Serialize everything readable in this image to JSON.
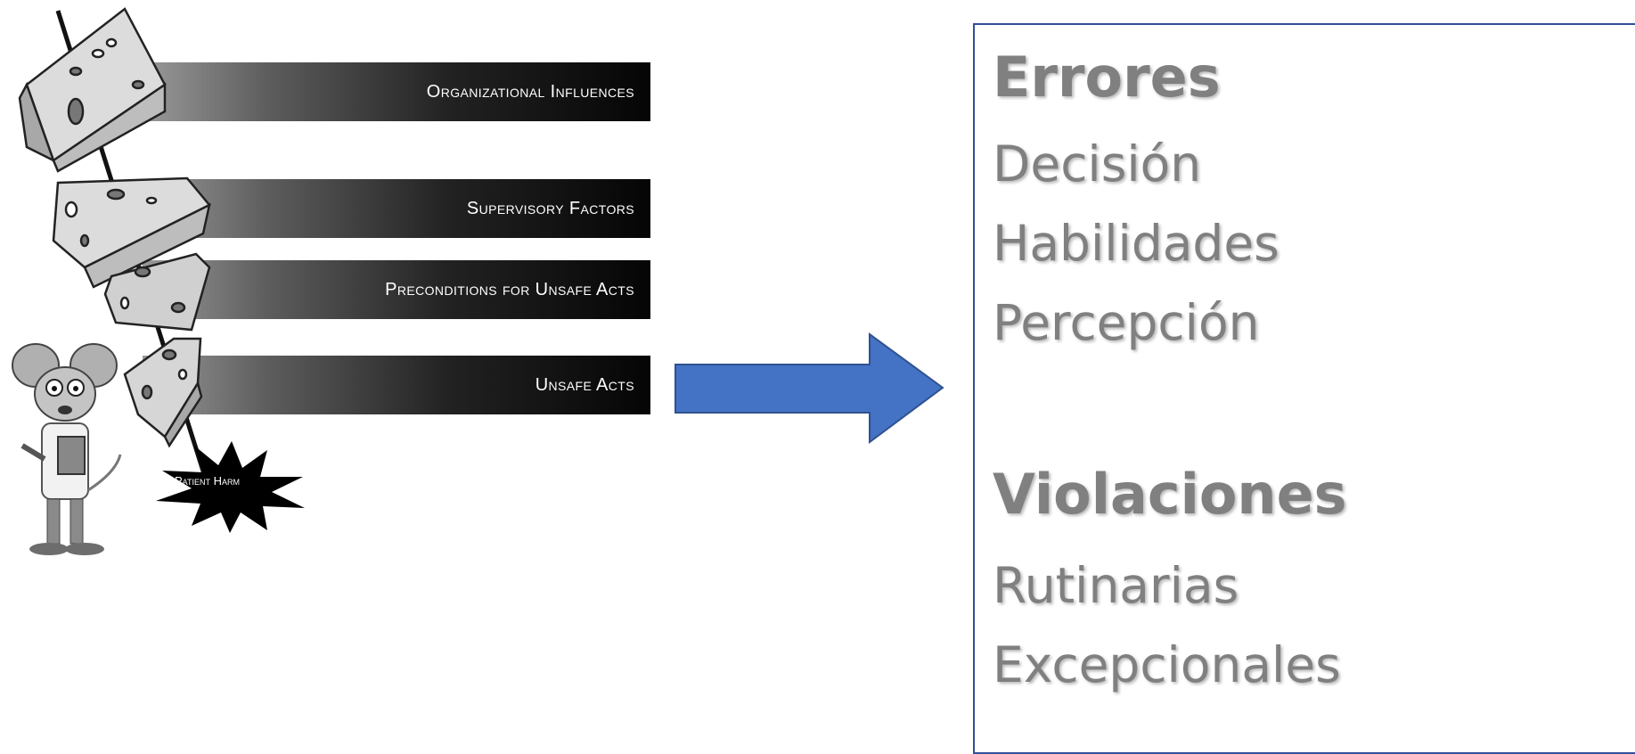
{
  "diagram": {
    "layers": [
      {
        "label": "Organizational Influences"
      },
      {
        "label": "Supervisory Factors"
      },
      {
        "label": "Preconditions for Unsafe Acts"
      },
      {
        "label": "Unsafe Acts"
      }
    ],
    "outcome": "Patient Harm",
    "arrow_color": "#4472c4",
    "band_color": "#000000"
  },
  "panel": {
    "errors_heading": "Errores",
    "errors": [
      "Decisión",
      "Habilidades",
      "Percepción"
    ],
    "violations_heading": "Violaciones",
    "violations": [
      "Rutinarias",
      "Excepcionales"
    ],
    "text_color": "#808080",
    "border_color": "#2f4f9a"
  }
}
